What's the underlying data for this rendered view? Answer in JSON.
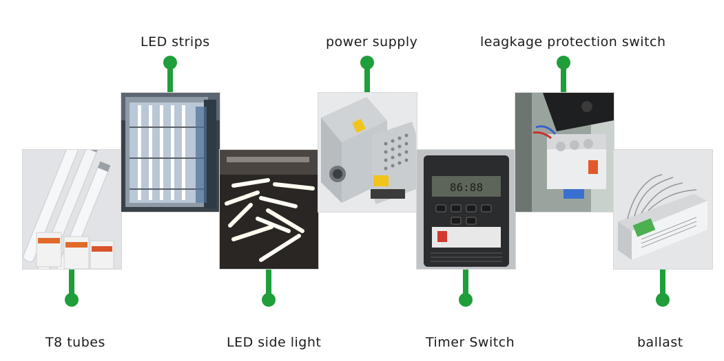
{
  "items": [
    {
      "label": "LED strips",
      "icon": "led-strips-photo"
    },
    {
      "label": "power supply",
      "icon": "power-supply-photo"
    },
    {
      "label": "leagkage protection switch",
      "icon": "leakage-switch-photo"
    },
    {
      "label": "T8 tubes",
      "icon": "t8-tubes-photo"
    },
    {
      "label": "LED side light",
      "icon": "led-side-light-photo"
    },
    {
      "label": "Timer Switch",
      "icon": "timer-switch-photo"
    },
    {
      "label": "ballast",
      "icon": "ballast-photo"
    }
  ],
  "colors": {
    "connector": "#1f9e3a",
    "text": "#1a1a1a"
  }
}
